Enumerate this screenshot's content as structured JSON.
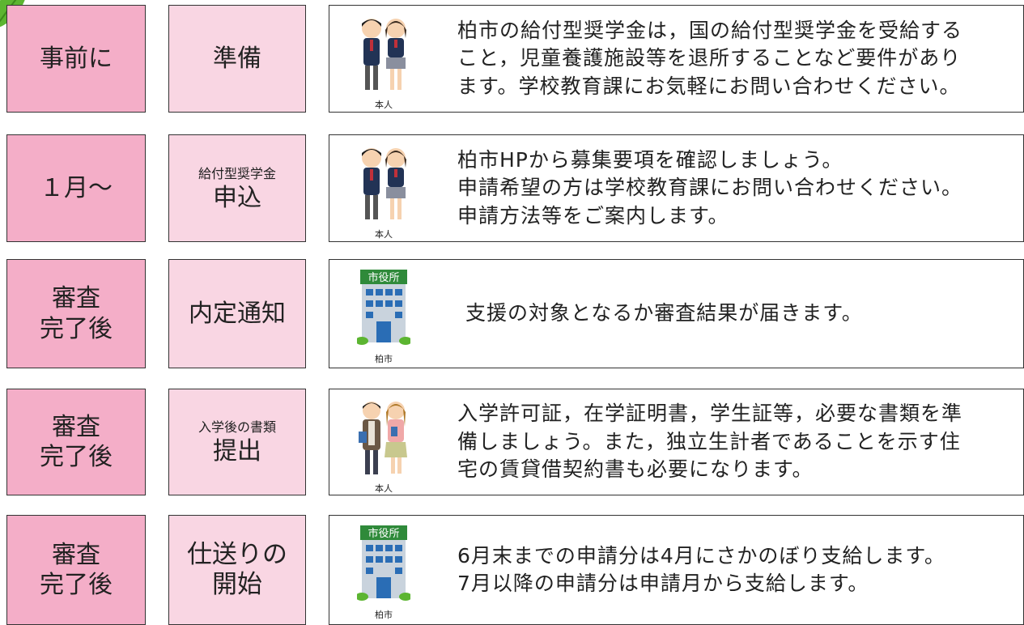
{
  "steps": [
    {
      "timing": "事前に",
      "action_main": "準備",
      "actor_icon": "student-pair-icon",
      "actor_label": "本人",
      "desc": [
        "柏市の給付型奨学金は，国の給付型奨学金を受給する",
        "こと，児童養護施設等を退所することなど要件があり",
        "ます。学校教育課にお気軽にお問い合わせください。"
      ]
    },
    {
      "timing": "１月～",
      "action_small": "給付型奨学金",
      "action_main": "申込",
      "actor_icon": "student-pair-icon",
      "actor_label": "本人",
      "desc": [
        "柏市HPから募集要項を確認しましょう。",
        "申請希望の方は学校教育課にお問い合わせください。",
        "申請方法等をご案内します。"
      ]
    },
    {
      "timing_lines": [
        "審査",
        "完了後"
      ],
      "action_main": "内定通知",
      "actor_icon": "city-hall-icon",
      "actor_sign": "市役所",
      "actor_label": "柏市",
      "desc": [
        "支援の対象となるか審査結果が届きます。"
      ]
    },
    {
      "timing_lines": [
        "審査",
        "完了後"
      ],
      "action_small": "入学後の書類",
      "action_main": "提出",
      "actor_icon": "university-student-pair-icon",
      "actor_label": "本人",
      "desc": [
        "入学許可証，在学証明書，学生証等，必要な書類を準",
        "備しましょう。また，独立生計者であることを示す住",
        "宅の賃貸借契約書も必要になります。"
      ]
    },
    {
      "timing_lines": [
        "審査",
        "完了後"
      ],
      "action_lines": [
        "仕送りの",
        "開始"
      ],
      "actor_icon": "city-hall-icon",
      "actor_sign": "市役所",
      "actor_label": "柏市",
      "desc": [
        "6月末までの申請分は4月にさかのぼり支給します。",
        "7月以降の申請分は申請月から支給します。"
      ]
    }
  ]
}
